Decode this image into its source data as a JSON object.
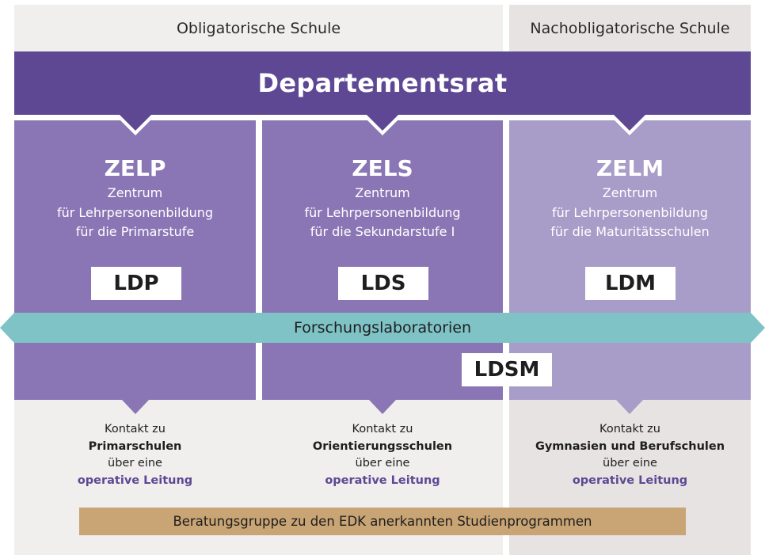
{
  "header": {
    "left": "Obligatorische Schule",
    "right": "Nachobligatorische Schule"
  },
  "banner": {
    "title": "Departementsrat"
  },
  "columns": [
    {
      "title": "ZELP",
      "subtitle_lines": [
        "Zentrum",
        "für Lehrpersonenbildung",
        "für die Primarstufe"
      ],
      "label": "LDP",
      "contact": {
        "line1": "Kontakt zu",
        "target": "Primarschulen",
        "line3": "über eine",
        "lead": "operative Leitung"
      }
    },
    {
      "title": "ZELS",
      "subtitle_lines": [
        "Zentrum",
        "für Lehrpersonenbildung",
        "für die Sekundarstufe I"
      ],
      "label": "LDS",
      "contact": {
        "line1": "Kontakt zu",
        "target": "Orientierungsschulen",
        "line3": "über eine",
        "lead": "operative Leitung"
      }
    },
    {
      "title": "ZELM",
      "subtitle_lines": [
        "Zentrum",
        "für Lehrpersonenbildung",
        "für die Maturitätsschulen"
      ],
      "label": "LDM",
      "contact": {
        "line1": "Kontakt zu",
        "target": "Gymnasien und Berufschulen",
        "line3": "über eine",
        "lead": "operative Leitung"
      }
    }
  ],
  "research_band": {
    "label": "Forschungslaboratorien"
  },
  "shared_label": "LDSM",
  "footer_bar": {
    "label": "Beratungsgruppe zu den EDK anerkannten Studienprogrammen"
  },
  "colors": {
    "banner": "#5e4894",
    "column_dark": "#8b76b5",
    "column_light": "#a89cc8",
    "research_band": "#7fc3c7",
    "footer_bar": "#c9a474",
    "operative_text": "#5e4894"
  }
}
